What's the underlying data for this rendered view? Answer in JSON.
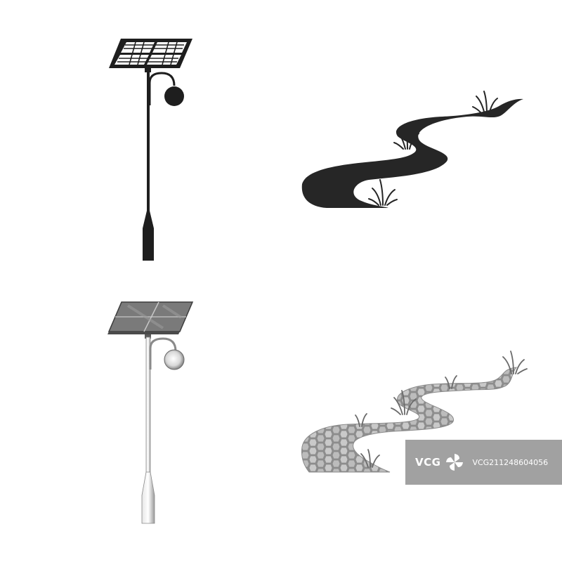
{
  "icons": [
    {
      "name": "solar-street-lamp",
      "style": "solid",
      "color": "#1e1e1e"
    },
    {
      "name": "winding-path",
      "style": "solid",
      "color": "#262626"
    },
    {
      "name": "solar-street-lamp",
      "style": "monochrome",
      "color": "#7a7a7a"
    },
    {
      "name": "paved-winding-path",
      "style": "monochrome",
      "color": "#b4b4b4"
    }
  ],
  "watermark": {
    "brand": "VCG",
    "id": "VCG211248604056"
  }
}
